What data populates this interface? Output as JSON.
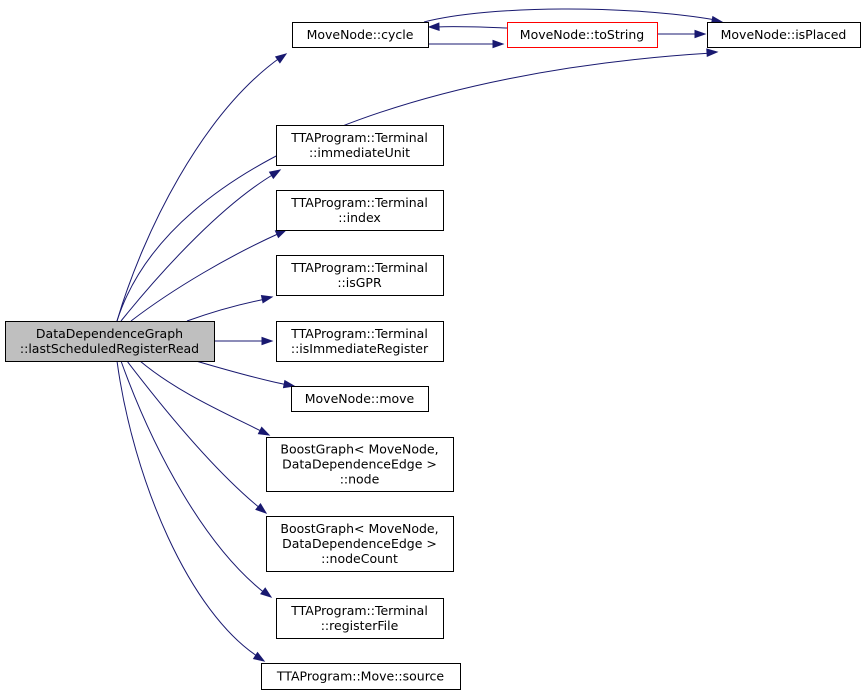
{
  "colors": {
    "edge": "#191970",
    "root_fill": "#bfbfbf",
    "node_border": "#000000",
    "highlight_border": "#ff0000"
  },
  "nodes": {
    "root": [
      "DataDependenceGraph",
      "::lastScheduledRegisterRead"
    ],
    "cycle": [
      "MoveNode::cycle"
    ],
    "tostring": [
      "MoveNode::toString"
    ],
    "isplaced": [
      "MoveNode::isPlaced"
    ],
    "immediateunit": [
      "TTAProgram::Terminal",
      "::immediateUnit"
    ],
    "index": [
      "TTAProgram::Terminal",
      "::index"
    ],
    "isgpr": [
      "TTAProgram::Terminal",
      "::isGPR"
    ],
    "isimmreg": [
      "TTAProgram::Terminal",
      "::isImmediateRegister"
    ],
    "move": [
      "MoveNode::move"
    ],
    "node": [
      "BoostGraph< MoveNode,",
      "DataDependenceEdge >",
      "::node"
    ],
    "nodecount": [
      "BoostGraph< MoveNode,",
      "DataDependenceEdge >",
      "::nodeCount"
    ],
    "registerfile": [
      "TTAProgram::Terminal",
      "::registerFile"
    ],
    "source": [
      "TTAProgram::Move::source"
    ]
  }
}
